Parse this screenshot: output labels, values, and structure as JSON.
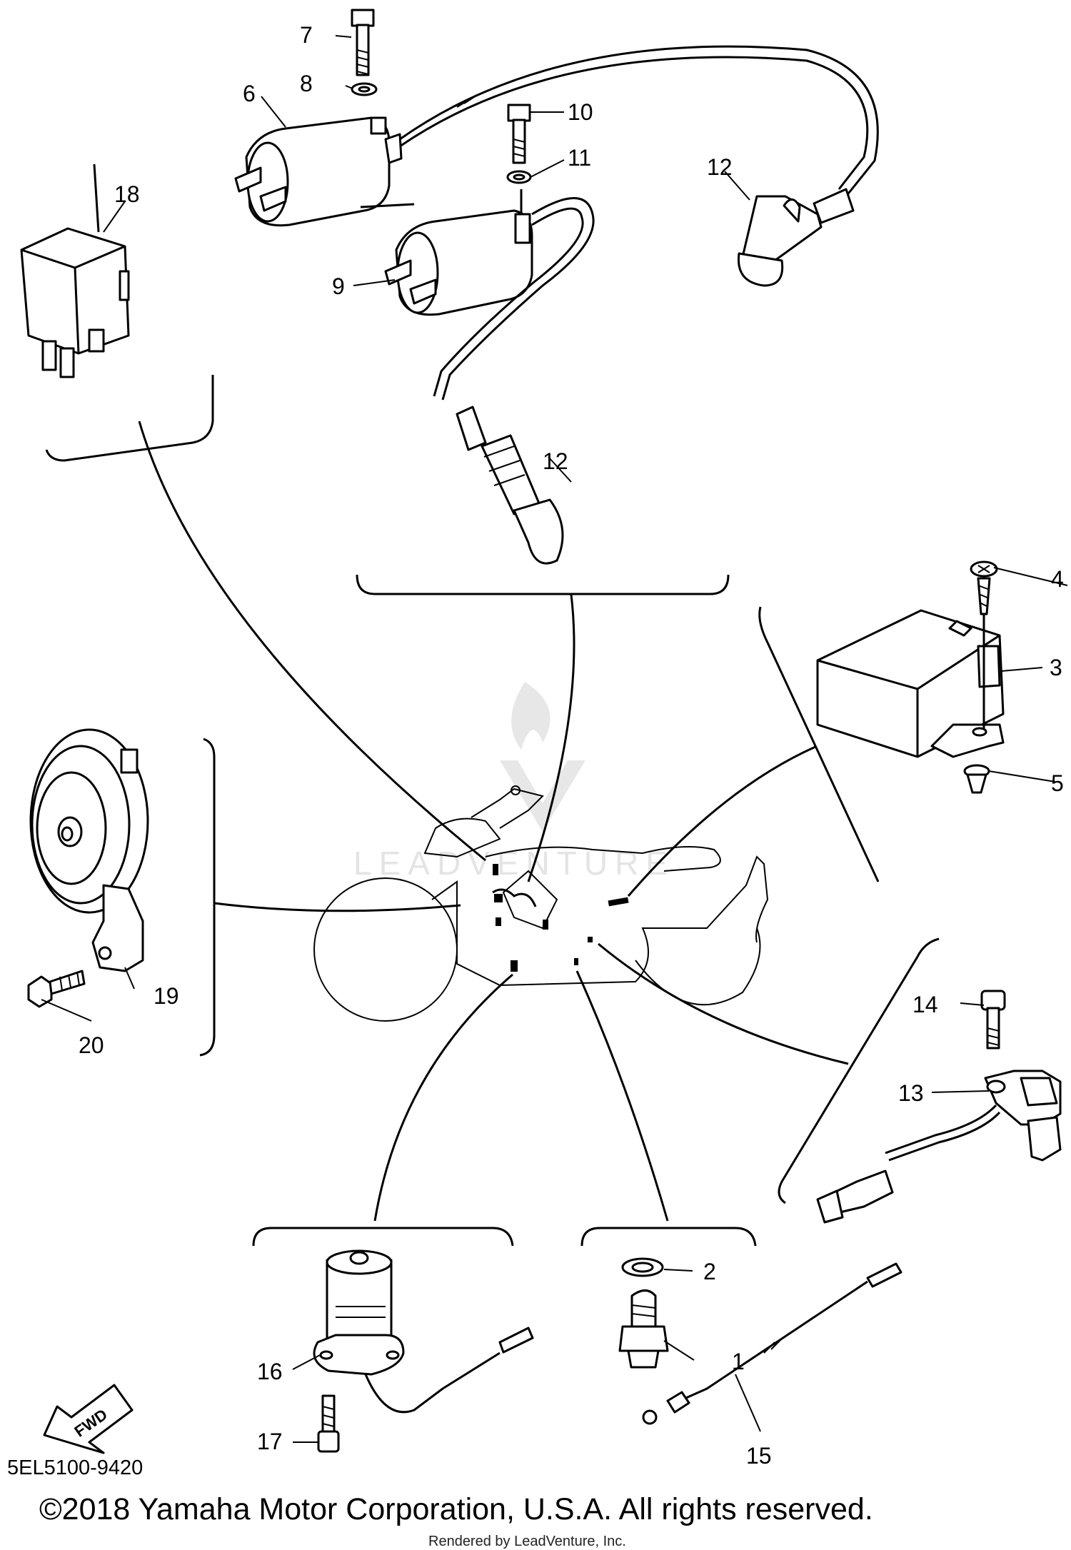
{
  "callouts": {
    "c1": "1",
    "c2": "2",
    "c3": "3",
    "c4": "4",
    "c5": "5",
    "c6": "6",
    "c7": "7",
    "c8": "8",
    "c9": "9",
    "c10": "10",
    "c11": "11",
    "c12a": "12",
    "c12b": "12",
    "c13": "13",
    "c14": "14",
    "c15": "15",
    "c16": "16",
    "c17": "17",
    "c18": "18",
    "c19": "19",
    "c20": "20"
  },
  "fwd_label": "FWD",
  "watermark": "LEADVENTURE",
  "diagram_code": "5EL5100-9420",
  "copyright": "©2018 Yamaha Motor Corporation, U.S.A. All rights reserved.",
  "rendered_by": "Rendered by LeadVenture, Inc.",
  "colors": {
    "ink": "#000000",
    "paper": "#ffffff",
    "watermark": "#cfcfcf"
  }
}
